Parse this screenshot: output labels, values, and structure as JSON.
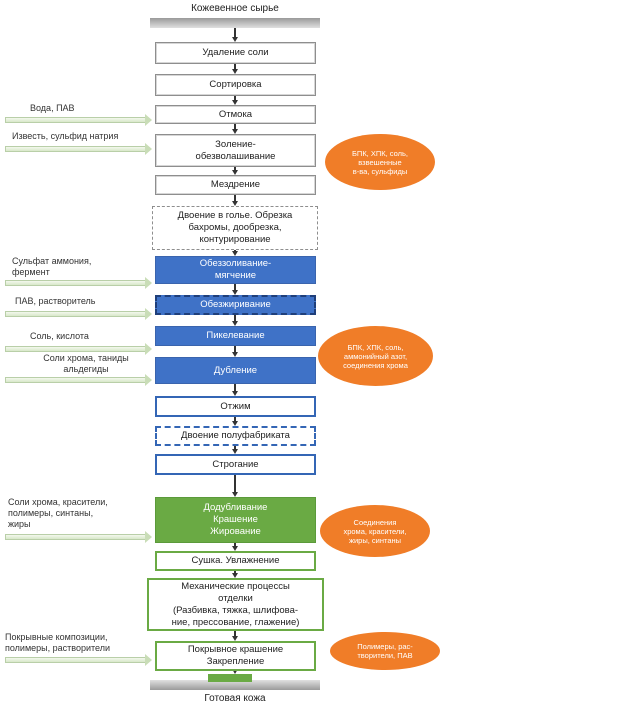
{
  "title_top": "Кожевенное сырье",
  "title_bottom": "Готовая кожа",
  "steps": [
    "Удаление соли",
    "Сортировка",
    "Отмока",
    "Золение-\nобезволашивание",
    "Мездрение",
    "Двоение в голье. Обрезка\nбахромы, дообрезка,\nконтурирование",
    "Обеззоливание-\nмягчение",
    "Обезжиривание",
    "Пикелевание",
    "Дубление",
    "Отжим",
    "Двоение полуфабриката",
    "Строгание",
    "Додубливание\nКрашение\nЖирование",
    "Сушка. Увлажнение",
    "Механические процессы\nотделки\n(Разбивка, тяжка, шлифова-\nние, прессование, глажение)",
    "Покрывное крашение\nЗакрепление"
  ],
  "inputs": [
    "Вода, ПАВ",
    "Известь, сульфид натрия",
    "Сульфат аммония,\nфермент",
    "ПАВ, растворитель",
    "Соль, кислота",
    "Соли хрома, таниды\nальдегиды",
    "Соли хрома, красители,\nполимеры, синтаны,\nжиры",
    "Покрывные композиции,\nполимеры, растворители"
  ],
  "wastes": [
    "БПК, ХПК, соль,\nвзвешенные\nв-ва, сульфиды",
    "БПК, ХПК, соль,\nаммонийный азот,\nсоединения хрома",
    "Соединения\nхрома, красители,\nжиры, синтаны",
    "Полимеры, рас-\nтворители, ПАВ"
  ],
  "colors": {
    "blue_fill": "#3f72c7",
    "green_fill": "#6aaa44",
    "orange": "#f07d28",
    "gray_border": "#8e8e8e"
  }
}
